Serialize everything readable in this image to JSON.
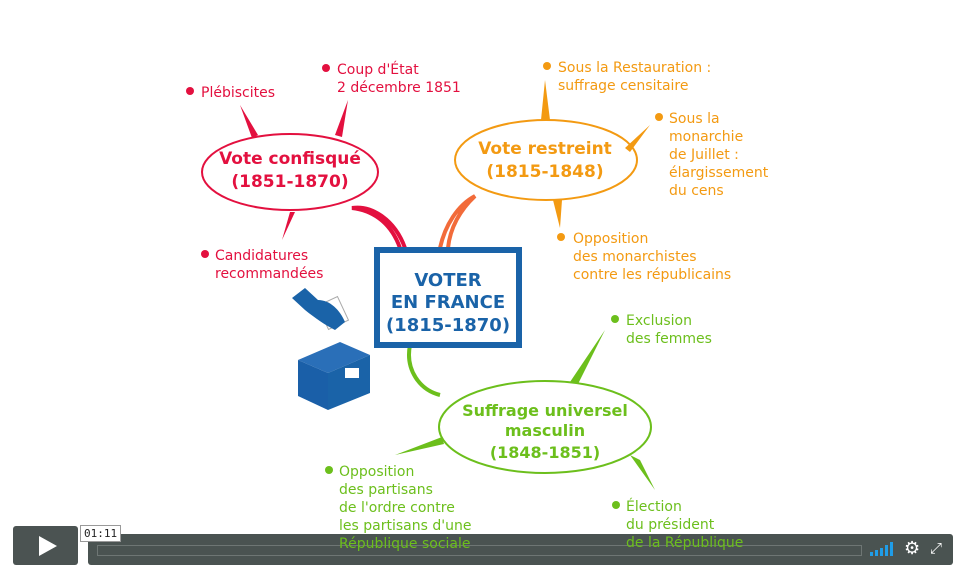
{
  "center": {
    "line1": "VOTER",
    "line2": "EN FRANCE",
    "line3": "(1815-1870)"
  },
  "red": {
    "title": "Vote confisqué",
    "dates": "(1851-1870)",
    "items": [
      "Plébiscites",
      "Coup d'État",
      "2 décembre 1851",
      "Candidatures",
      "recommandées"
    ]
  },
  "orange": {
    "title": "Vote restreint",
    "dates": "(1815-1848)",
    "items": [
      "Sous la Restauration :",
      "suffrage censitaire",
      "Sous la",
      "monarchie",
      "de Juillet :",
      "élargissement",
      "du cens",
      "Opposition",
      "des monarchistes",
      "contre les républicains"
    ]
  },
  "green": {
    "title": "Suffrage universel",
    "title2": "masculin",
    "dates": "(1848-1851)",
    "items": [
      "Exclusion",
      "des femmes",
      "Opposition",
      "des partisans",
      "de l'ordre contre",
      "les partisans d'une",
      "République sociale",
      "Élection",
      "du président",
      "de la République"
    ]
  },
  "player": {
    "time": "01:11",
    "play_icon": "play-icon",
    "volume_icon": "volume-bars-icon",
    "settings_icon": "gear-icon",
    "fullscreen_icon": "fullscreen-icon"
  }
}
